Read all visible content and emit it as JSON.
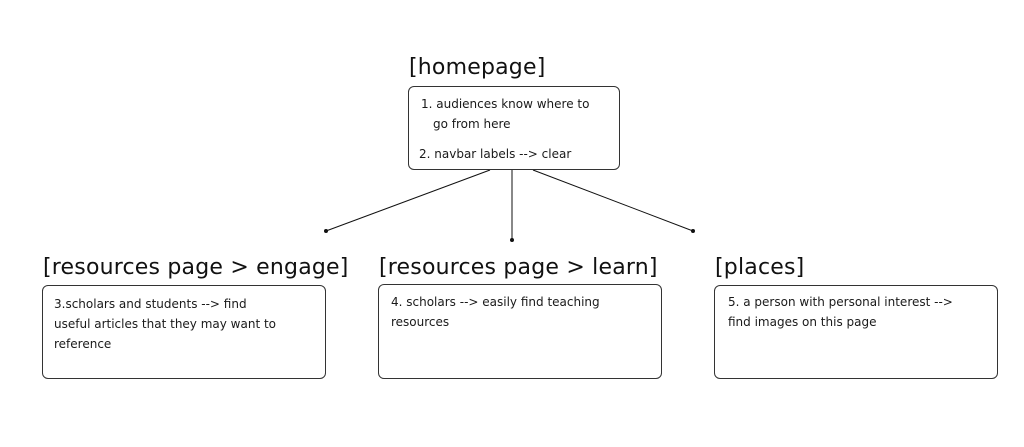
{
  "nodes": {
    "homepage": {
      "title": "[homepage]",
      "items": [
        [
          "1. audiences  know where to",
          "go from here"
        ],
        [
          "2. navbar labels --> clear"
        ]
      ]
    },
    "engage": {
      "title": "[resources page > engage]",
      "lines": [
        "3.scholars and students --> find",
        "useful articles that they may want to",
        "reference"
      ]
    },
    "learn": {
      "title": "[resources page > learn]",
      "lines": [
        "4. scholars --> easily find teaching",
        "resources"
      ]
    },
    "places": {
      "title": "[places]",
      "lines": [
        "5. a person with personal interest -->",
        "find images on this page"
      ]
    }
  },
  "colors": {
    "line": "#111111",
    "border": "#333333",
    "text": "#111111"
  }
}
